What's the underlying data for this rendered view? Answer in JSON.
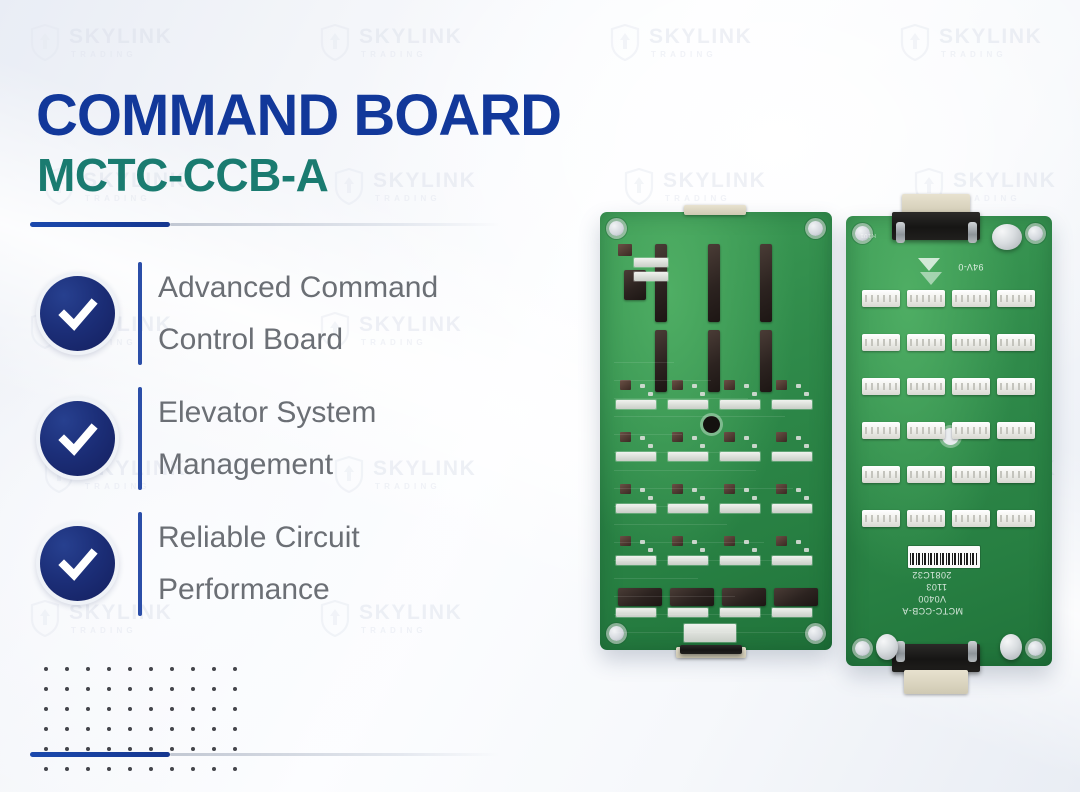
{
  "brand": {
    "watermark_name": "SKYLINK",
    "watermark_sub": "TRADING",
    "logo_icon": "shield-arrow-icon"
  },
  "header": {
    "title": "COMMAND BOARD",
    "subtitle": "MCTC-CCB-A",
    "title_color": "#12389a",
    "subtitle_color": "#1a7b70",
    "accent_color": "#1b49ad"
  },
  "features": [
    {
      "icon": "check-icon",
      "text": "Advanced Command Control Board"
    },
    {
      "icon": "check-icon",
      "text": "Elevator System Management"
    },
    {
      "icon": "check-icon",
      "text": "Reliable Circuit Performance"
    }
  ],
  "decor": {
    "dot_grid_columns": 10,
    "dot_grid_rows": 6,
    "dot_color": "#23252b",
    "rule_blue_color": "#15368f",
    "rule_grey_color": "#c2c8d3"
  },
  "product": {
    "board_left_label": "component-side-pcb",
    "board_right_label": "connector-side-pcb",
    "silkscreen": {
      "flame_rating": "94V-0",
      "part_number": "MCTC-CCB-A",
      "version": "V0400",
      "date_code": "1103",
      "serial": "2081C32"
    }
  }
}
